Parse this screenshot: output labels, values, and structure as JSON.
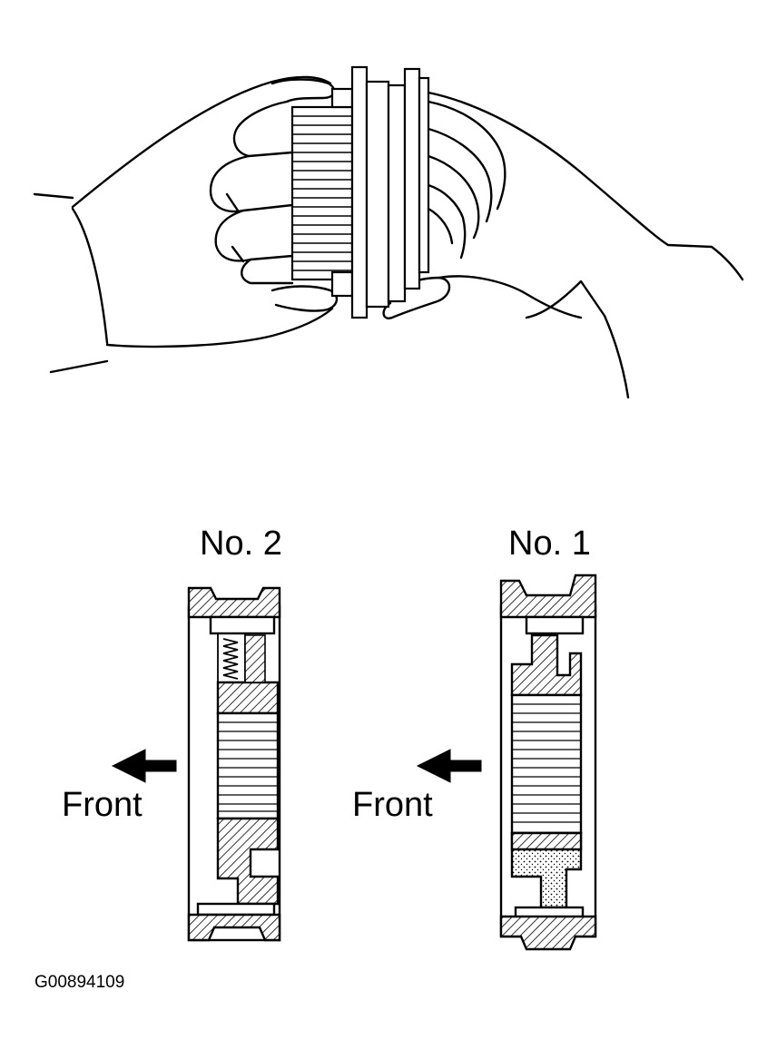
{
  "diagram": {
    "no2_label": "No. 2",
    "no1_label": "No. 1",
    "front_label_left": "Front",
    "front_label_right": "Front",
    "figure_code": "G00894109"
  },
  "colors": {
    "ink": "#000000",
    "paper": "#ffffff",
    "hatch": "#000000",
    "stipple": "#000000"
  },
  "icons": {
    "hands": "hands-holding-clutch-icon",
    "arrow": "arrow-left-icon"
  }
}
